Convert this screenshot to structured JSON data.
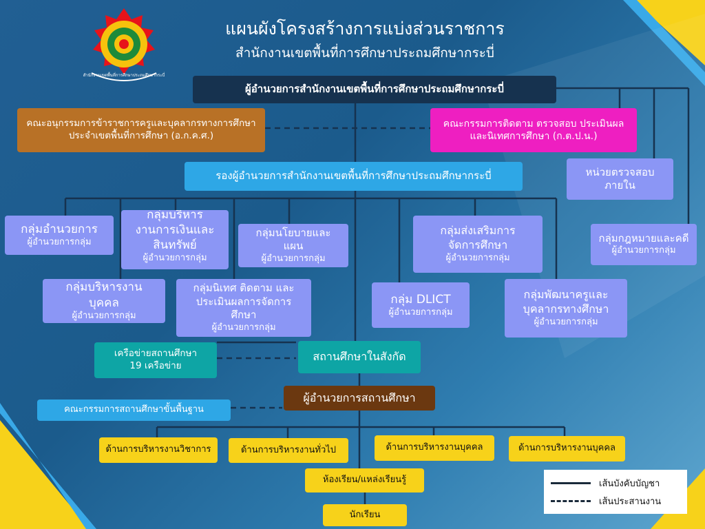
{
  "header": {
    "title": "แผนผังโครงสร้างการแบ่งส่วนราชการ",
    "subtitle": "สำนักงานเขตพื้นที่การศึกษาประถมศึกษากระบี่",
    "logo_text": "สำนักงานเขตพื้นที่การศึกษาประถมศึกษากระบี่"
  },
  "colors": {
    "navy": "#16324f",
    "brown": "#b87126",
    "magenta": "#ee1fc1",
    "blue": "#2ea7e6",
    "lavender": "#8b96f5",
    "teal": "#0ea5a5",
    "dark_brown": "#6b3810",
    "yellow": "#f7d21a"
  },
  "nodes": {
    "director": "ผู้อำนวยการสำนักงานเขตพื้นที่การศึกษาประถมศึกษากระบี่",
    "subcommittee": [
      "คณะอนุกรรมการข้าราชการครูและบุคลากรทางการศึกษา",
      "ประจำเขตพื้นที่การศึกษา (อ.ก.ค.ศ.)"
    ],
    "monitoring": [
      "คณะกรรมการติดตาม ตรวจสอบ ประเมินผล",
      "และนิเทศการศึกษา (ก.ต.ป.น.)"
    ],
    "deputy": "รองผู้อำนวยการสำนักงานเขตพื้นที่การศึกษาประถมศึกษากระบี่",
    "audit": [
      "หน่วยตรวจสอบ",
      "ภายใน"
    ],
    "group_head": "ผู้อำนวยการกลุ่ม",
    "groups": {
      "admin": "กลุ่มอำนวยการ",
      "finance": [
        "กลุ่มบริหาร",
        "งานการเงินและ",
        "สินทรัพย์"
      ],
      "policy": [
        "กลุ่มนโยบายและ",
        "แผน"
      ],
      "promotion": [
        "กลุ่มส่งเสริมการ",
        "จัดการศึกษา"
      ],
      "legal": "กลุ่มกฎหมายและคดี",
      "personnel": [
        "กลุ่มบริหารงาน",
        "บุคคล"
      ],
      "supervision": [
        "กลุ่มนิเทศ ติดตาม และ",
        "ประเมินผลการจัดการ",
        "ศึกษา"
      ],
      "dlict": "กลุ่ม DLICT",
      "teacher_dev": [
        "กลุ่มพัฒนาครูและ",
        "บุคลากรทางศึกษา"
      ]
    },
    "network": [
      "เครือข่ายสถานศึกษา",
      "19 เครือข่าย"
    ],
    "schools": "สถานศึกษาในสังกัด",
    "school_director": "ผู้อำนวยการสถานศึกษา",
    "school_board": "คณะกรรมการสถานศึกษาขั้นพื้นฐาน",
    "school_depts": [
      "ด้านการบริหารงานวิชาการ",
      "ด้านการบริหารงานทั่วไป",
      "ด้านการบริหารงานบุคคล",
      "ด้านการบริหารงานบุคคล"
    ],
    "classroom": "ห้องเรียน/แหล่งเรียนรู้",
    "students": "นักเรียน"
  },
  "legend": {
    "solid": "เส้นบังคับบัญชา",
    "dashed": "เส้นประสานงาน"
  }
}
